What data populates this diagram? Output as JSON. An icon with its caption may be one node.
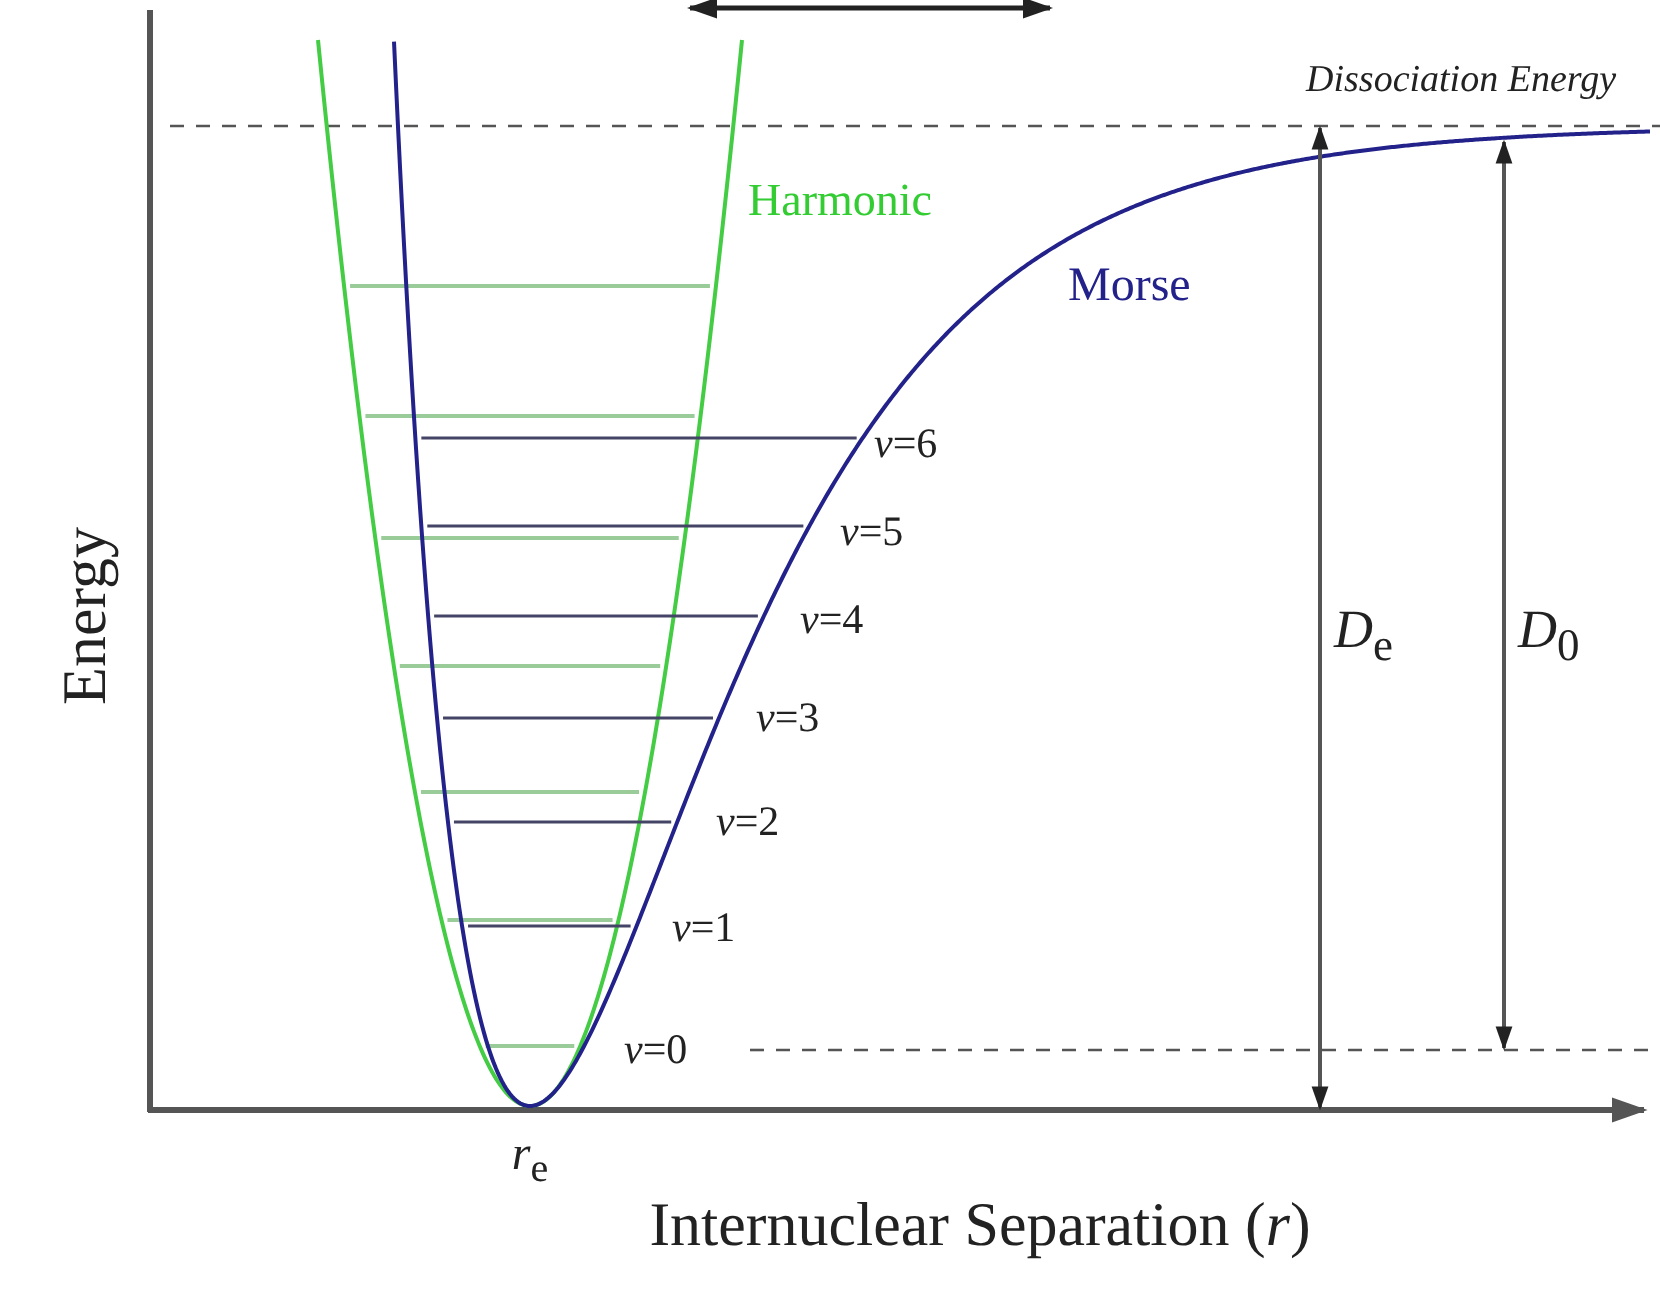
{
  "diagram": {
    "labels": [
      "Dissociation Energy",
      "Harmonic",
      "Morse",
      "*v*=6",
      "*v*=5",
      "*v*=4",
      "*v*=3",
      "*v*=2",
      "*v*=1",
      "*v*=0",
      "*D*$_{e}$",
      "*D*$_{0}$",
      "Energy",
      "*r*$_{e}$",
      "Internuclear Separation (*r*)"
    ]
  }
}
